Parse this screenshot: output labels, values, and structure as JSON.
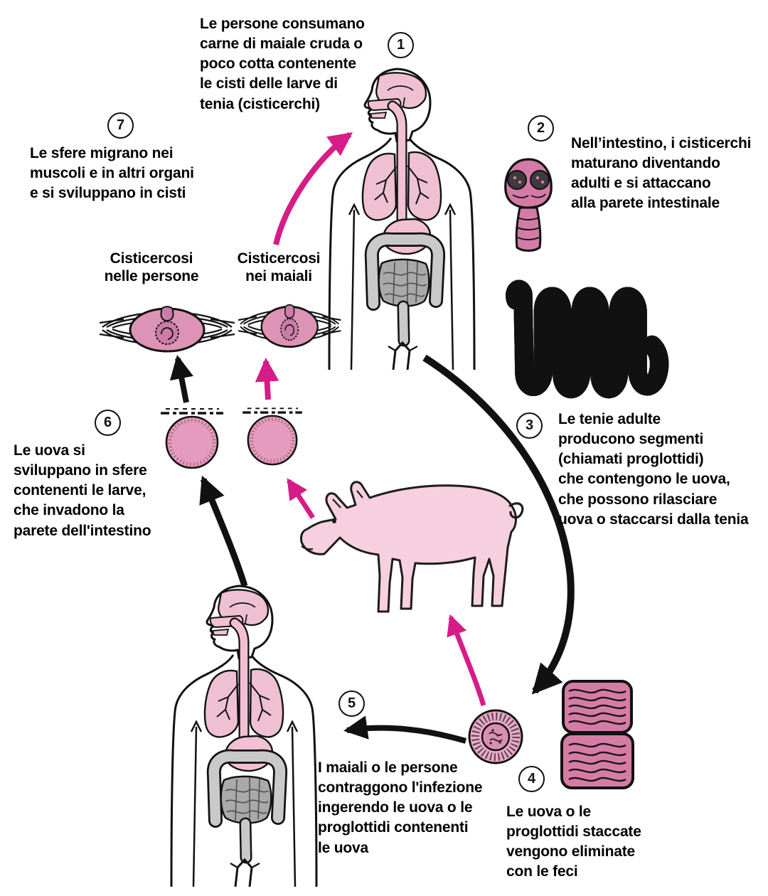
{
  "diagram": {
    "subject": "Ciclo vitale della tenia (cisticercosi)",
    "steps": [
      {
        "number": "1",
        "text": "Le persone consumano\ncarne di maiale cruda o\npoco cotta contenente\nle cisti delle larve di\ntenia (cisticerchi)"
      },
      {
        "number": "2",
        "text": "Nell’intestino, i cisticerchi\nmaturano diventando\nadulti e si attaccano\nalla parete intestinale"
      },
      {
        "number": "3",
        "text": "Le tenie adulte\nproducono segmenti\n(chiamati proglottidi)\nche contengono le uova,\nche possono rilasciare\nuova o staccarsi dalla tenia"
      },
      {
        "number": "4",
        "text": "Le uova o le\nproglottidi staccate\nvengono eliminate\ncon le feci"
      },
      {
        "number": "5",
        "text": "I maiali o le persone\ncontraggono l'infezione\ningerendo le uova o le\nproglottidi contenenti\nle uova"
      },
      {
        "number": "6",
        "text": "Le uova si\nsviluppano in sfere\ncontenenti le larve,\nche invadono la\nparete dell'intestino"
      },
      {
        "number": "7",
        "text": "Le sfere migrano nei\nmuscoli e in altri organi\ne si sviluppano in cisti"
      }
    ],
    "labels": {
      "cysticercosis_people": "Cisticercosi\nnelle persone",
      "cysticercosis_pigs": "Cisticercosi\nnei maiali"
    },
    "colors": {
      "magenta_arrow": "#d61c87",
      "black_line": "#111111",
      "worm_pink": "#d37ba6",
      "organ_pink": "#eec0d2",
      "pig_pink": "#f7d0df",
      "intestine_gray": "#c9c9c9",
      "background": "#ffffff"
    }
  }
}
